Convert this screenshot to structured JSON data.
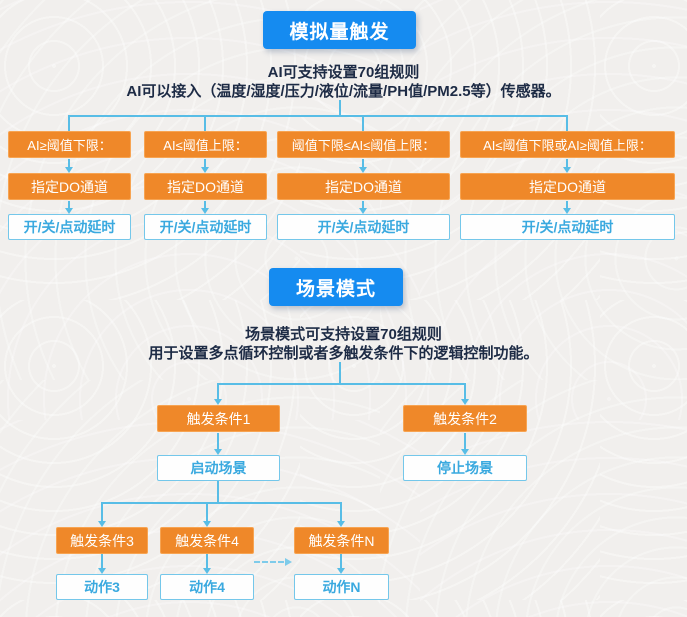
{
  "colors": {
    "accent_blue": "#158BF0",
    "accent_orange": "#EF8829",
    "connector_blue": "#58BDE6",
    "outline_box_text": "#3AA9DF",
    "description_text": "#1D2B45"
  },
  "analog_section": {
    "title": "模拟量触发",
    "desc_line1": "AI可支持设置70组规则",
    "desc_line2": "AI可以接入（温度/湿度/压力/液位/流量/PH值/PM2.5等）传感器。",
    "columns": [
      {
        "condition": "AI≥阈值下限：",
        "do_channel": "指定DO通道",
        "output": "开/关/点动延时"
      },
      {
        "condition": "AI≤阈值上限：",
        "do_channel": "指定DO通道",
        "output": "开/关/点动延时"
      },
      {
        "condition": "阈值下限≤AI≤阈值上限：",
        "do_channel": "指定DO通道",
        "output": "开/关/点动延时"
      },
      {
        "condition": "AI≤阈值下限或AI≥阈值上限：",
        "do_channel": "指定DO通道",
        "output": "开/关/点动延时"
      }
    ]
  },
  "scene_section": {
    "title": "场景模式",
    "desc_line1": "场景模式可支持设置70组规则",
    "desc_line2": "用于设置多点循环控制或者多触发条件下的逻辑控制功能。",
    "level1": [
      {
        "trigger": "触发条件1",
        "action": "启动场景"
      },
      {
        "trigger": "触发条件2",
        "action": "停止场景"
      }
    ],
    "level2": [
      {
        "trigger": "触发条件3",
        "action": "动作3"
      },
      {
        "trigger": "触发条件4",
        "action": "动作4"
      },
      {
        "trigger": "触发条件N",
        "action": "动作N"
      }
    ]
  }
}
